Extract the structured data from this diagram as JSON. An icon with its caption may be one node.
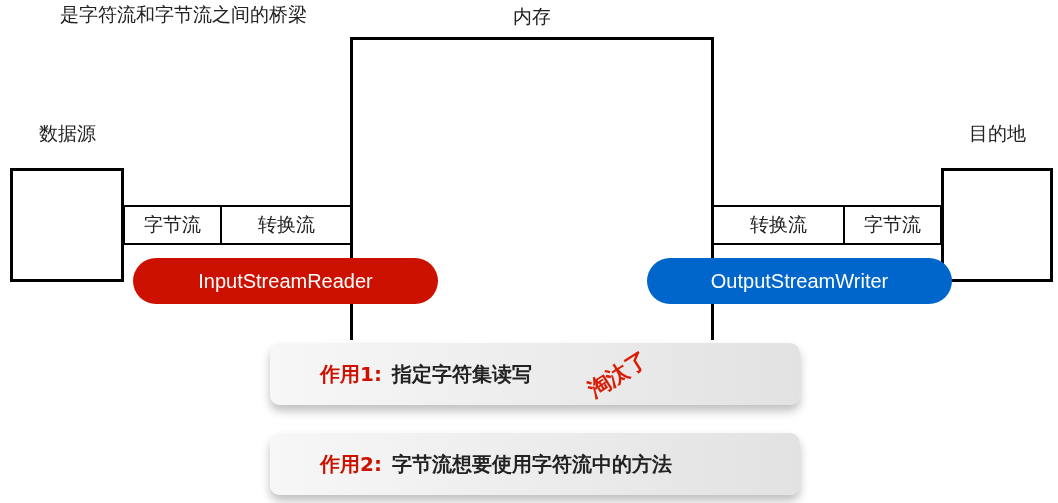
{
  "diagram": {
    "title": "是字符流和字节流之间的桥梁",
    "nodes": [
      {
        "text": [
          "数据源"
        ]
      },
      {
        "text": [
          "字节流"
        ]
      },
      {
        "text": [
          "转换流"
        ]
      },
      {
        "text": [
          "内存"
        ]
      },
      {
        "text": [
          "InputStreamReader"
        ]
      },
      {
        "text": [
          "目的地"
        ]
      },
      {
        "text": [
          "转换流"
        ]
      },
      {
        "text": [
          "字节流"
        ]
      },
      {
        "text": [
          "OutputStreamWriter"
        ]
      },
      {
        "text": [
          "作用1:",
          "指定字符集读写"
        ]
      },
      {
        "text": [
          "作用2:",
          "字节流想要使用字符流中的方法"
        ]
      }
    ],
    "labels": [
      "淘汰了"
    ]
  }
}
